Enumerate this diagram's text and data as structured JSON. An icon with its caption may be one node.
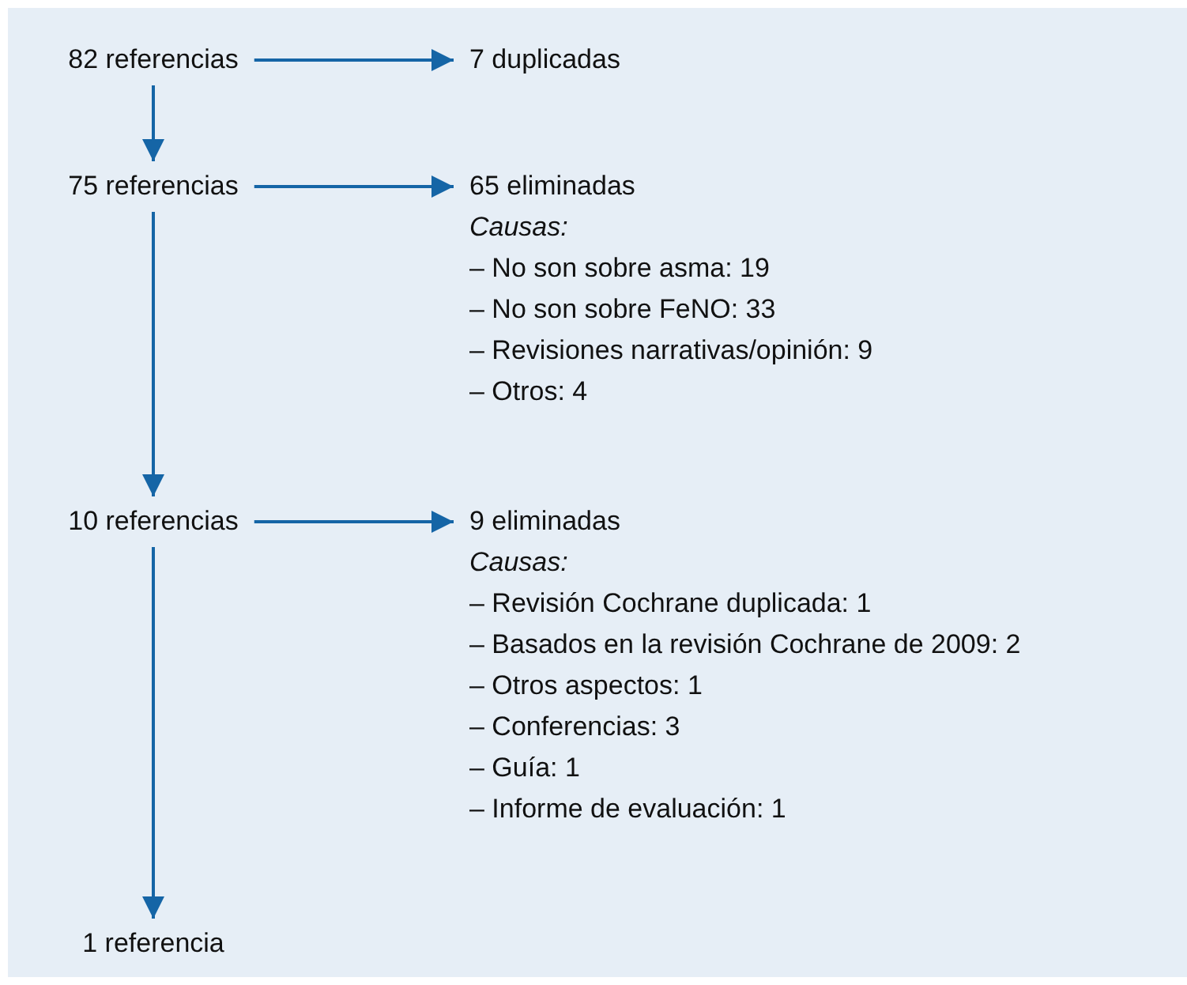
{
  "diagram": {
    "nodes": [
      {
        "text": [
          "82 referencias"
        ]
      },
      {
        "text": [
          "7 duplicadas"
        ]
      },
      {
        "text": [
          "75 referencias"
        ]
      },
      {
        "text": [
          "65 eliminadas",
          "Causas:",
          "– No son sobre asma: 19",
          "– No son sobre FeNO: 33",
          "– Revisiones narrativas/opinión: 9",
          "– Otros: 4"
        ]
      },
      {
        "text": [
          "10 referencias"
        ]
      },
      {
        "text": [
          "9 eliminadas",
          "Causas:",
          "– Revisión Cochrane duplicada: 1",
          "– Basados en la revisión Cochrane de 2009: 2",
          "– Otros aspectos: 1",
          "– Conferencias: 3",
          "– Guía: 1",
          "– Informe de evaluación: 1"
        ]
      },
      {
        "text": [
          "1 referencia"
        ]
      }
    ],
    "edges": [
      {
        "from": 0,
        "to": 1,
        "arrow": "to"
      },
      {
        "from": 0,
        "to": 2,
        "arrow": "to"
      },
      {
        "from": 2,
        "to": 3,
        "arrow": "to"
      },
      {
        "from": 2,
        "to": 4,
        "arrow": "to"
      },
      {
        "from": 4,
        "to": 5,
        "arrow": "to"
      },
      {
        "from": 4,
        "to": 6,
        "arrow": "to"
      }
    ]
  }
}
